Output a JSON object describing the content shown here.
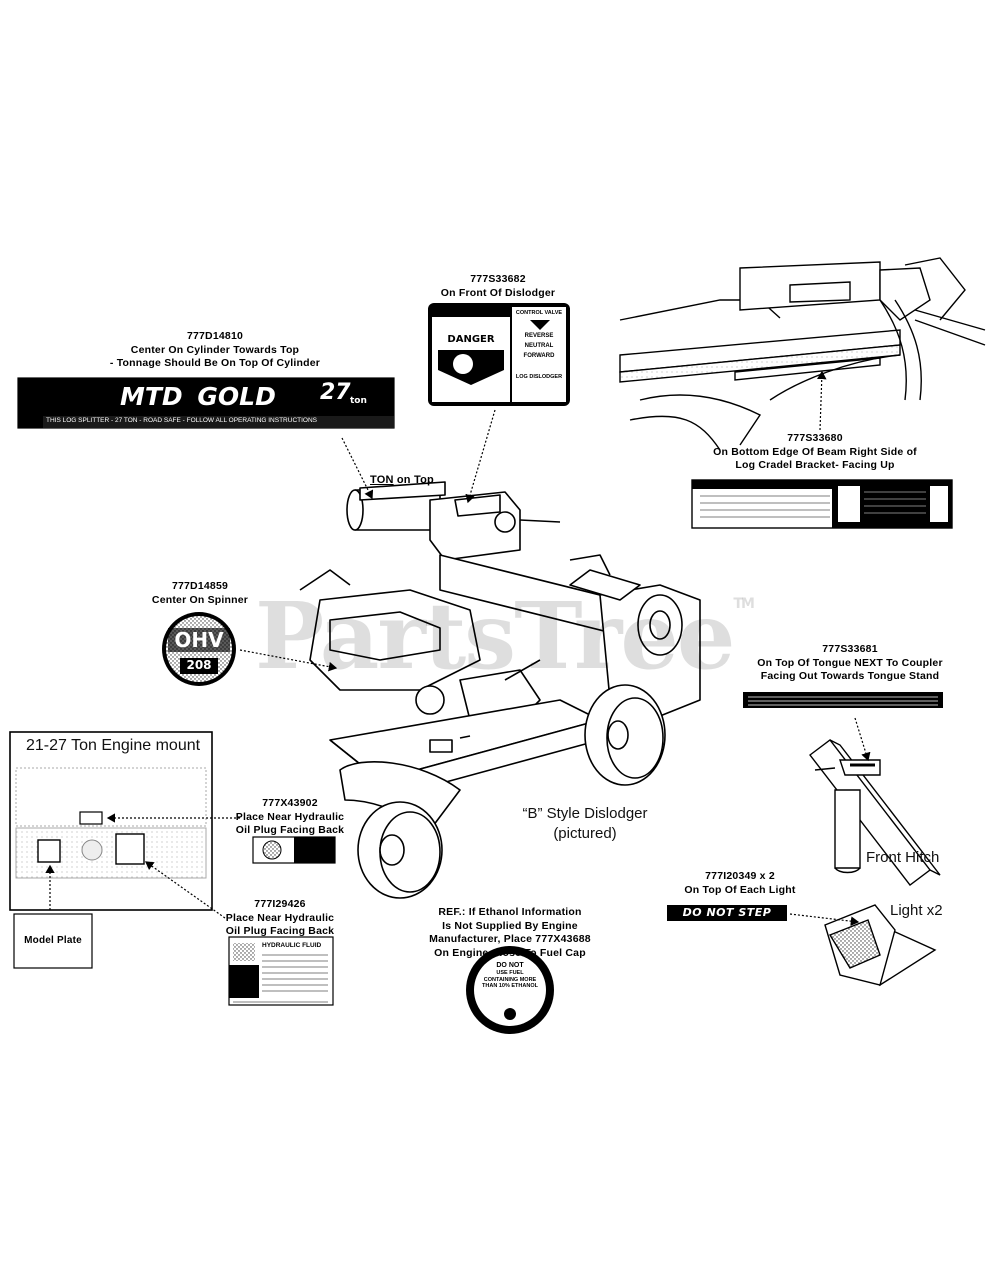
{
  "watermark": {
    "text": "PartsTree",
    "mark": "TM"
  },
  "callouts": {
    "cylinder": {
      "part": "777D14810",
      "line1": "Center On Cylinder Towards Top",
      "line2": "- Tonnage Should Be On Top Of Cylinder"
    },
    "dislodger": {
      "part": "777S33682",
      "line1": "On Front Of Dislodger"
    },
    "beam": {
      "part": "777S33680",
      "line1": "On Bottom Edge Of Beam Right Side of",
      "line2": "Log Cradel Bracket- Facing Up"
    },
    "spinner": {
      "part": "777D14859",
      "line1": "Center On Spinner"
    },
    "tongue": {
      "part": "777S33681",
      "line1": "On Top Of Tongue NEXT To Coupler",
      "line2": "Facing Out Towards Tongue Stand"
    },
    "oilplug1": {
      "part": "777X43902",
      "line1": "Place Near Hydraulic",
      "line2": "Oil Plug Facing Back"
    },
    "oilplug2": {
      "part": "777I29426",
      "line1": "Place Near Hydraulic",
      "line2": "Oil Plug Facing Back"
    },
    "light": {
      "part": "777I20349 x 2",
      "line1": "On Top Of Each Light"
    },
    "ethanol": {
      "line1": "REF.: If Ethanol Information",
      "line2": "Is Not Supplied By Engine",
      "line3": "Manufacturer, Place 777X43688",
      "line4": "On Engine Close To Fuel Cap"
    }
  },
  "labels": {
    "ton_on_top_prefix": "TON",
    "ton_on_top_suffix": " on Top",
    "engine_mount_title": "21-27 Ton Engine mount",
    "model_plate": "Model Plate",
    "b_style_line1": "“B” Style Dislodger",
    "b_style_line2": "(pictured)",
    "front_hitch": "Front Hitch",
    "light_x2": "Light x2"
  },
  "decals": {
    "mtd_brand": "MTD",
    "mtd_gold": "GOLD",
    "mtd_tons": "27",
    "mtd_ton_word": "ton",
    "mtd_strip": "THIS LOG SPLITTER - 27 TON - ROAD SAFE - FOLLOW ALL OPERATING INSTRUCTIONS",
    "dislodger_warning_title": "DANGER",
    "dislodger_control": "CONTROL VALVE",
    "dislodger_reverse": "REVERSE",
    "dislodger_neutral": "NEUTRAL",
    "dislodger_forward": "FORWARD",
    "dislodger_log": "LOG DISLODGER",
    "ohv_big": "OHV",
    "ohv_small": "208",
    "do_not_step": "DO NOT STEP",
    "hydraulic_fluid": "HYDRAULIC FLUID",
    "ethanol_decal_line1": "DO NOT",
    "ethanol_decal_line2": "USE FUEL",
    "ethanol_decal_line3": "CONTAINING MORE",
    "ethanol_decal_line4": "THAN 10% ETHANOL"
  },
  "colors": {
    "ink": "#000000",
    "paper": "#ffffff",
    "watermark": "#cfcfcf"
  }
}
